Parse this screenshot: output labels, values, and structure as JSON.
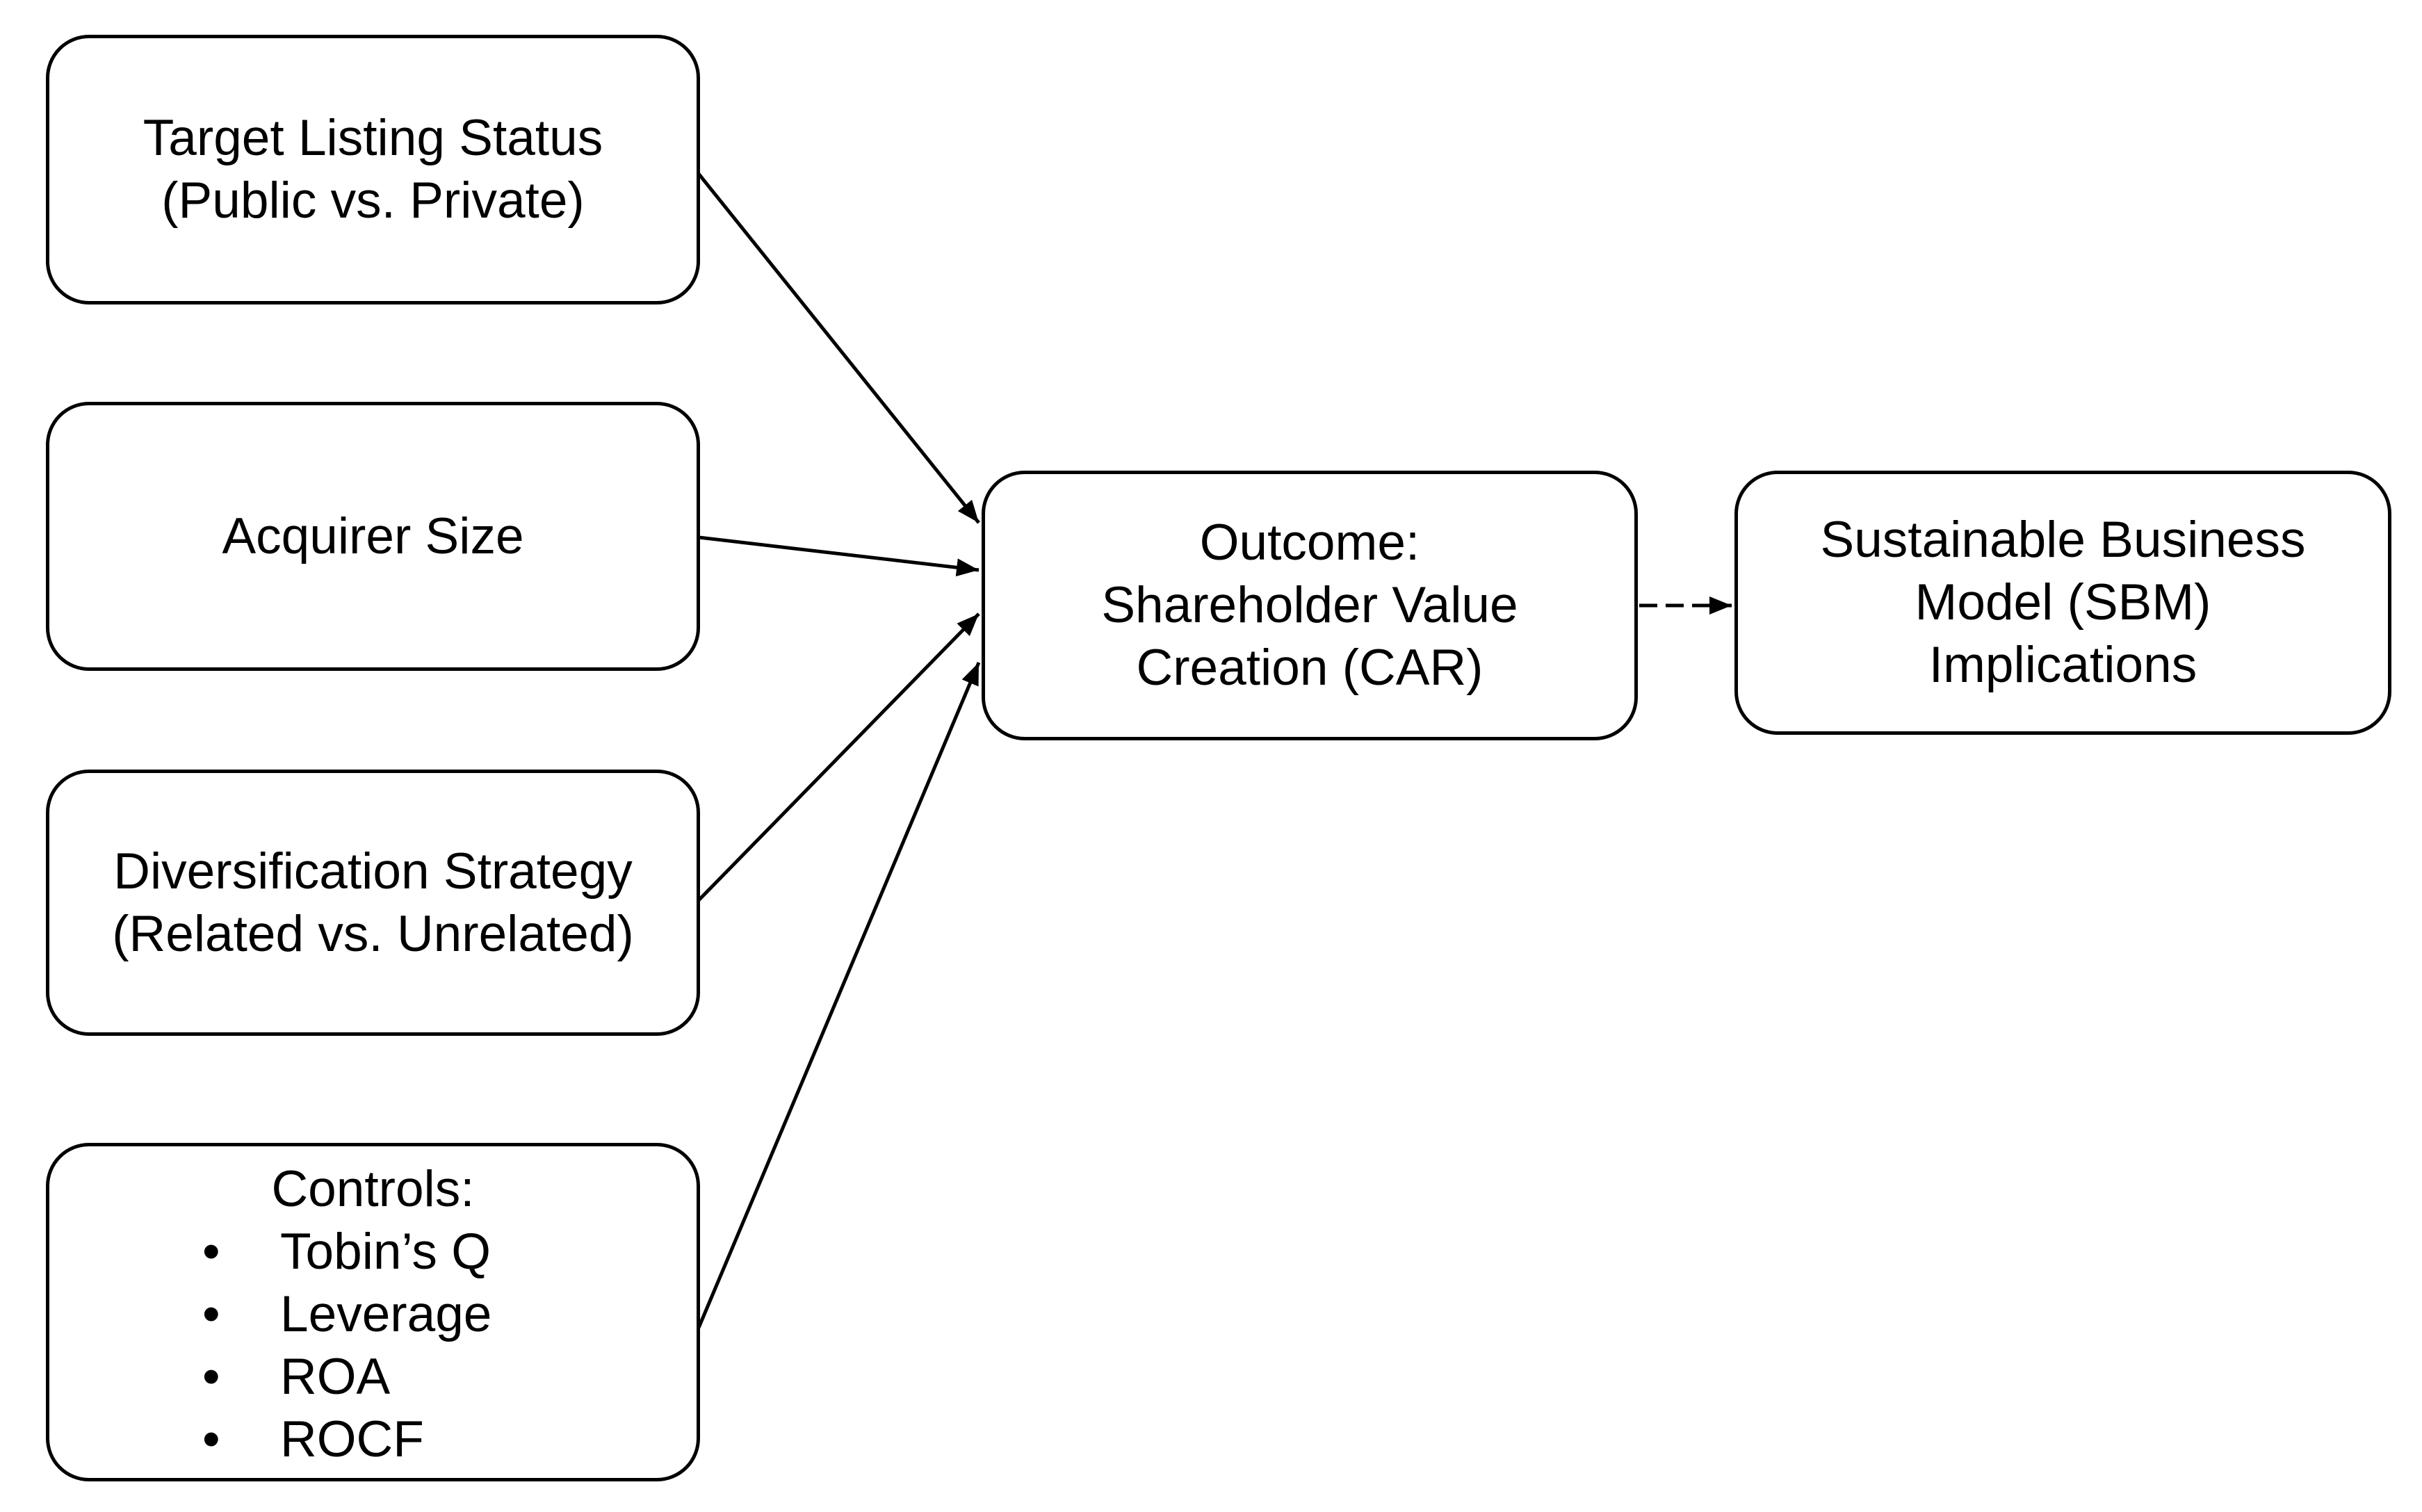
{
  "diagram": {
    "background_color": "#ffffff",
    "line_color": "#000000",
    "text_color": "#000000",
    "boxes": {
      "target_listing_status": {
        "lines": [
          "Target Listing Status",
          "(Public vs. Private)"
        ]
      },
      "acquirer_size": {
        "lines": [
          "Acquirer Size"
        ]
      },
      "diversification_strategy": {
        "lines": [
          "Diversification Strategy",
          "(Related vs. Unrelated)"
        ]
      },
      "controls": {
        "title": "Controls:",
        "bullet": "•",
        "items": [
          "Tobin’s Q",
          "Leverage",
          "ROA",
          "ROCF"
        ]
      },
      "outcome": {
        "lines": [
          "Outcome:",
          "Shareholder Value",
          "Creation (CAR)"
        ]
      },
      "sbm_implications": {
        "lines": [
          "Sustainable Business",
          "Model (SBM)",
          "Implications"
        ]
      }
    },
    "edges": [
      {
        "from": "target_listing_status",
        "to": "outcome",
        "style": "solid"
      },
      {
        "from": "acquirer_size",
        "to": "outcome",
        "style": "solid"
      },
      {
        "from": "diversification_strategy",
        "to": "outcome",
        "style": "solid"
      },
      {
        "from": "controls",
        "to": "outcome",
        "style": "solid"
      },
      {
        "from": "outcome",
        "to": "sbm_implications",
        "style": "dashed"
      }
    ]
  }
}
